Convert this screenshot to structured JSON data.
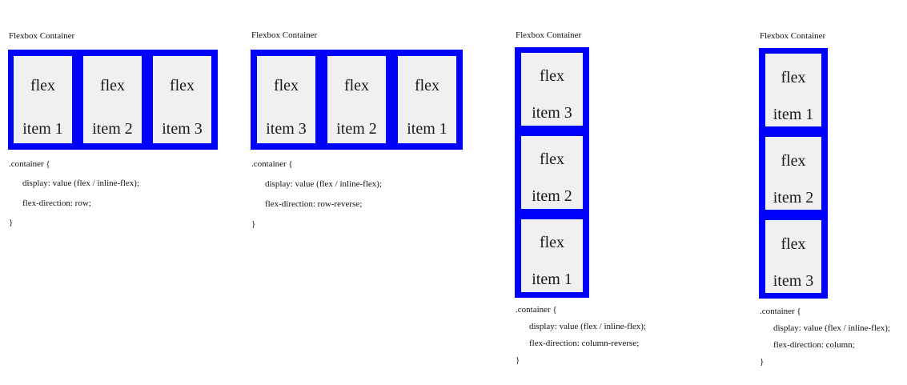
{
  "demos": [
    {
      "title": "Flexbox Container",
      "items": [
        {
          "word": "flex",
          "label": "item 1"
        },
        {
          "word": "flex",
          "label": "item 2"
        },
        {
          "word": "flex",
          "label": "item 3"
        }
      ],
      "code": {
        "open": ".container {",
        "display": "display: value (flex / inline-flex);",
        "direction": "flex-direction: row;",
        "close": "}"
      }
    },
    {
      "title": "Flexbox Container",
      "items": [
        {
          "word": "flex",
          "label": "item 3"
        },
        {
          "word": "flex",
          "label": "item 2"
        },
        {
          "word": "flex",
          "label": "item 1"
        }
      ],
      "code": {
        "open": ".container {",
        "display": "display: value (flex / inline-flex);",
        "direction": "flex-direction: row-reverse;",
        "close": "}"
      }
    },
    {
      "title": "Flexbox Container",
      "items": [
        {
          "word": "flex",
          "label": "item 3"
        },
        {
          "word": "flex",
          "label": "item 2"
        },
        {
          "word": "flex",
          "label": "item 1"
        }
      ],
      "code": {
        "open": ".container {",
        "display": "display: value (flex / inline-flex);",
        "direction": "flex-direction: column-reverse;",
        "close": "}"
      }
    },
    {
      "title": "Flexbox Container",
      "items": [
        {
          "word": "flex",
          "label": "item 1"
        },
        {
          "word": "flex",
          "label": "item 2"
        },
        {
          "word": "flex",
          "label": "item 3"
        }
      ],
      "code": {
        "open": ".container {",
        "display": "display: value (flex / inline-flex);",
        "direction": "flex-direction: column;",
        "close": "}"
      }
    }
  ],
  "colors": {
    "container": "#0000ff",
    "item": "#f0f0f0"
  }
}
